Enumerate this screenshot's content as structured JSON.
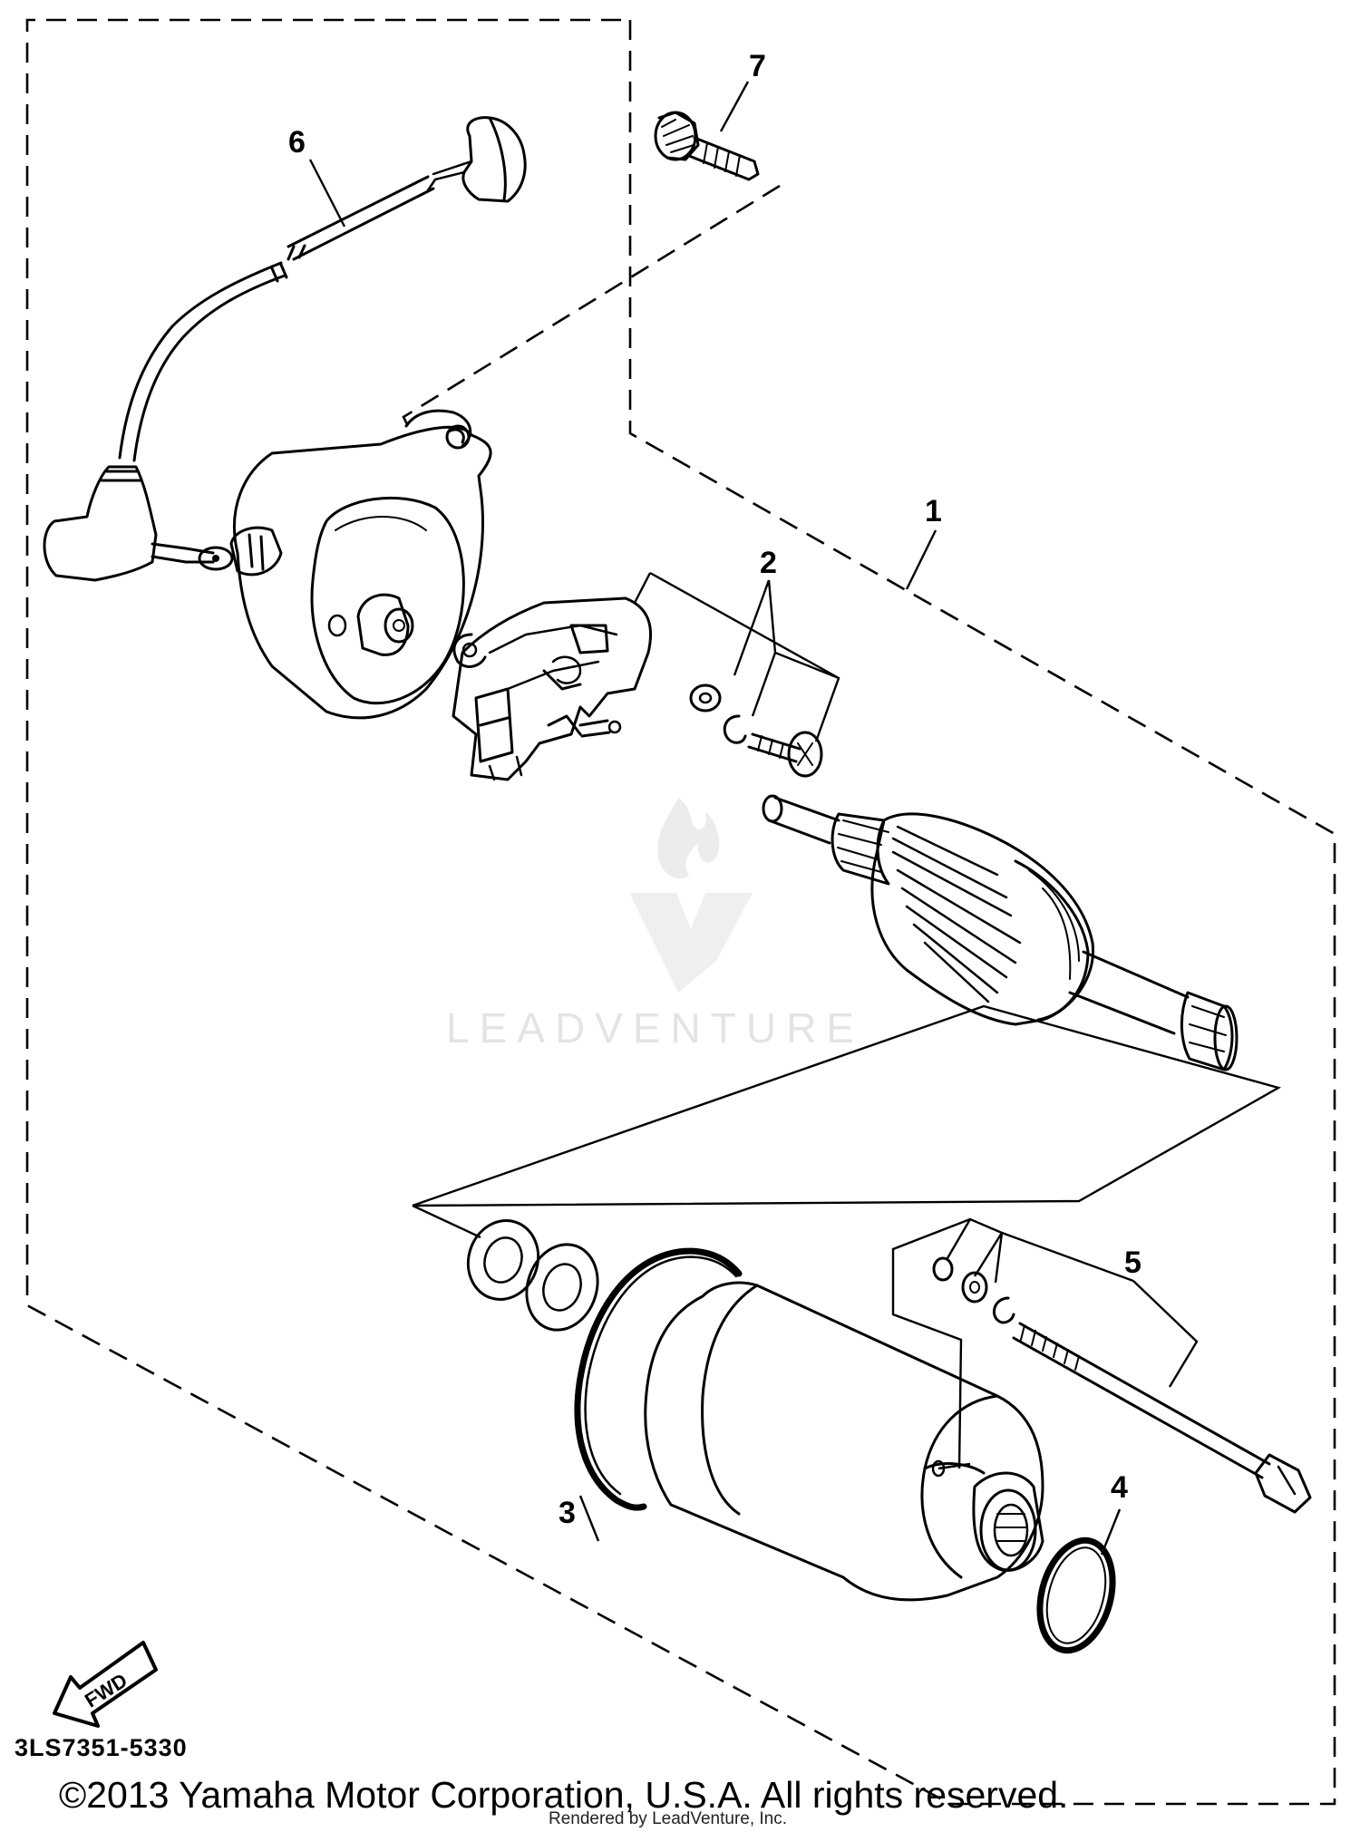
{
  "diagram": {
    "callouts": [
      {
        "id": "1",
        "label": "1"
      },
      {
        "id": "2",
        "label": "2"
      },
      {
        "id": "3",
        "label": "3"
      },
      {
        "id": "4",
        "label": "4"
      },
      {
        "id": "5",
        "label": "5"
      },
      {
        "id": "6",
        "label": "6"
      },
      {
        "id": "7",
        "label": "7"
      }
    ],
    "fwd_label": "FWD",
    "drawing_code": "3LS7351-5330"
  },
  "footer": {
    "copyright": "©2013 Yamaha Motor Corporation, U.S.A. All rights reserved.",
    "rendered_by": "Rendered by LeadVenture, Inc."
  },
  "watermark": {
    "text": "LEADVENTURE",
    "icon": "leadventure-logo-icon"
  }
}
